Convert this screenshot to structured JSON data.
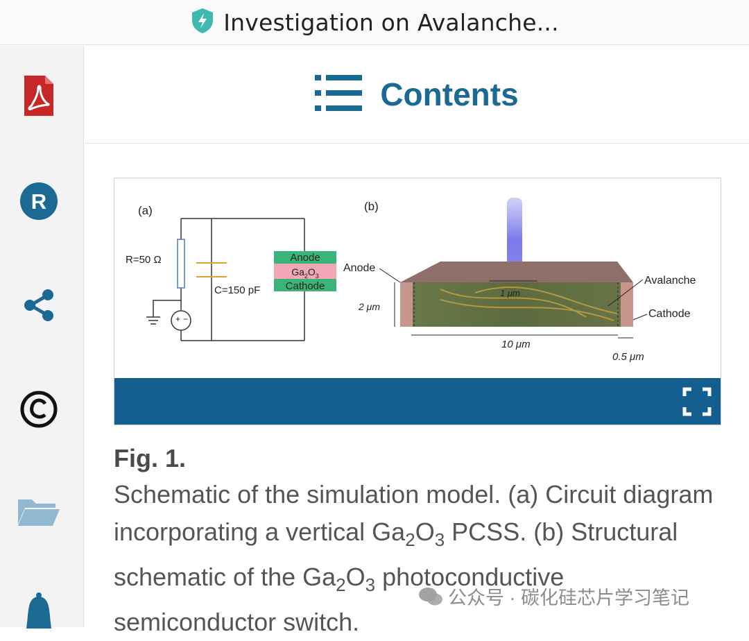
{
  "header": {
    "title": "Investigation on Avalanche..."
  },
  "contents": {
    "label": "Contents"
  },
  "figure": {
    "a": {
      "panel_label": "(a)",
      "resistor_label": "R=50 Ω",
      "capacitor_label": "C=150 pF",
      "anode": "Anode",
      "ga2o3": "Ga",
      "ga_sub2": "2",
      "o": "O",
      "o_sub3": "3",
      "cathode": "Cathode"
    },
    "b": {
      "panel_label": "(b)",
      "anode": "Anode",
      "avalanche": "Avalanche",
      "cathode": "Cathode",
      "thickness": "2 μm",
      "width": "10 μm",
      "gap": "0.5 μm",
      "beam": "1 μm"
    },
    "fig_label": "Fig. 1."
  },
  "caption": {
    "p1": "Schematic of the simulation model. (a) Circuit diagram incorporating a vertical Ga",
    "sub2a": "2",
    "o1": "O",
    "sub3a": "3",
    "p2": " PCSS. (b) Structural schematic of the Ga",
    "sub2b": "2",
    "o2": "O",
    "sub3b": "3",
    "p3": " photoconductive semiconductor switch."
  },
  "watermark": {
    "text": "公众号 · 碳化硅芯片学习笔记"
  },
  "colors": {
    "accent": "#1b6a93",
    "bar": "#145f8f",
    "pdf": "#c62828",
    "shield": "#3fb8af"
  }
}
